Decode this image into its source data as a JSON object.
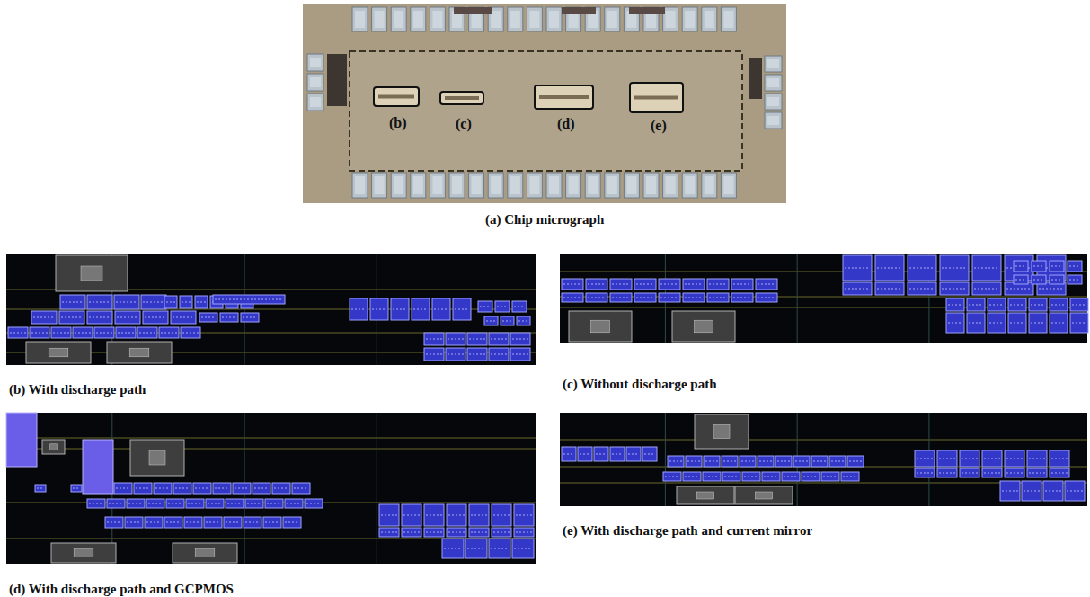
{
  "diagram": {
    "nodes": [
      {
        "text": [
          "(a) Chip micrograph"
        ]
      },
      {
        "text": [
          "(b)"
        ],
        "in": 0
      },
      {
        "text": [
          "(c)"
        ],
        "in": 0
      },
      {
        "text": [
          "(d)"
        ],
        "in": 0
      },
      {
        "text": [
          "(e)"
        ],
        "in": 0
      },
      {
        "text": [
          "(b) With discharge path"
        ]
      },
      {
        "text": [
          "(c) Without discharge path"
        ]
      },
      {
        "text": [
          "(d) With discharge path and GCPMOS"
        ]
      },
      {
        "text": [
          "(e) With discharge path and current mirror"
        ]
      }
    ]
  }
}
